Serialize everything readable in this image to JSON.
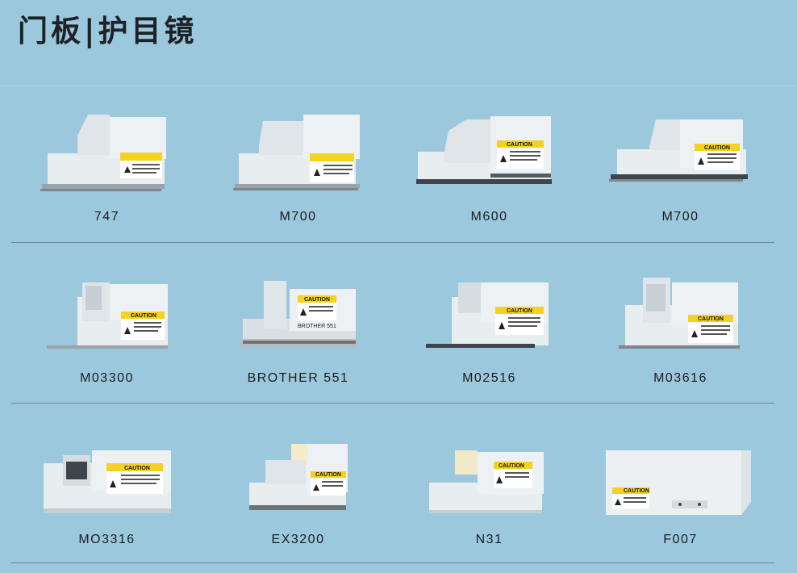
{
  "page": {
    "title": "门板|护目镜"
  },
  "caution": {
    "word": "CAUTION",
    "brother_plate": "BROTHER 551"
  },
  "products": [
    {
      "label": "747"
    },
    {
      "label": "M700"
    },
    {
      "label": "M600"
    },
    {
      "label": "M700"
    },
    {
      "label": "M03300"
    },
    {
      "label": "BROTHER  551"
    },
    {
      "label": "M02516"
    },
    {
      "label": "M03616"
    },
    {
      "label": "MO3316"
    },
    {
      "label": "EX3200"
    },
    {
      "label": "N31"
    },
    {
      "label": "F007"
    }
  ],
  "colors": {
    "background": "#9cc8de",
    "part_body": "#e9eef2",
    "caution_yellow": "#f3d31e",
    "divider": "#6e8593"
  }
}
